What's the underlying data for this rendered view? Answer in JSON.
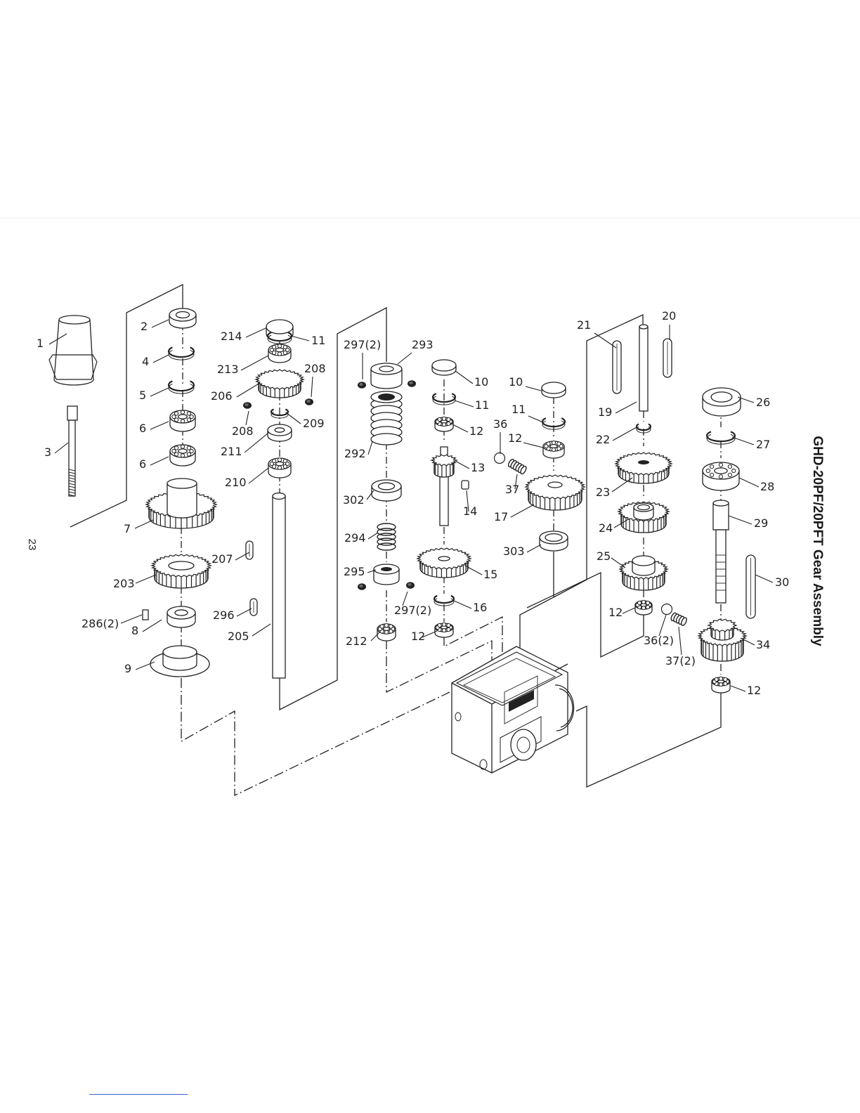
{
  "title": "GHD-20PF/20PFT Gear Assembly",
  "page_number": "23",
  "callouts": [
    "1",
    "2",
    "3",
    "4",
    "5",
    "6",
    "6",
    "7",
    "8",
    "9",
    "203",
    "286(2)",
    "207",
    "296",
    "205",
    "214",
    "11",
    "213",
    "208",
    "206",
    "208",
    "209",
    "211",
    "210",
    "297(2)",
    "293",
    "292",
    "302",
    "294",
    "295",
    "297(2)",
    "212",
    "10",
    "11",
    "12",
    "13",
    "14",
    "15",
    "16",
    "12",
    "36",
    "10",
    "11",
    "12",
    "37",
    "17",
    "303",
    "21",
    "20",
    "19",
    "22",
    "23",
    "24",
    "25",
    "12",
    "36(2)",
    "37(2)",
    "26",
    "27",
    "28",
    "29",
    "30",
    "34",
    "12"
  ]
}
